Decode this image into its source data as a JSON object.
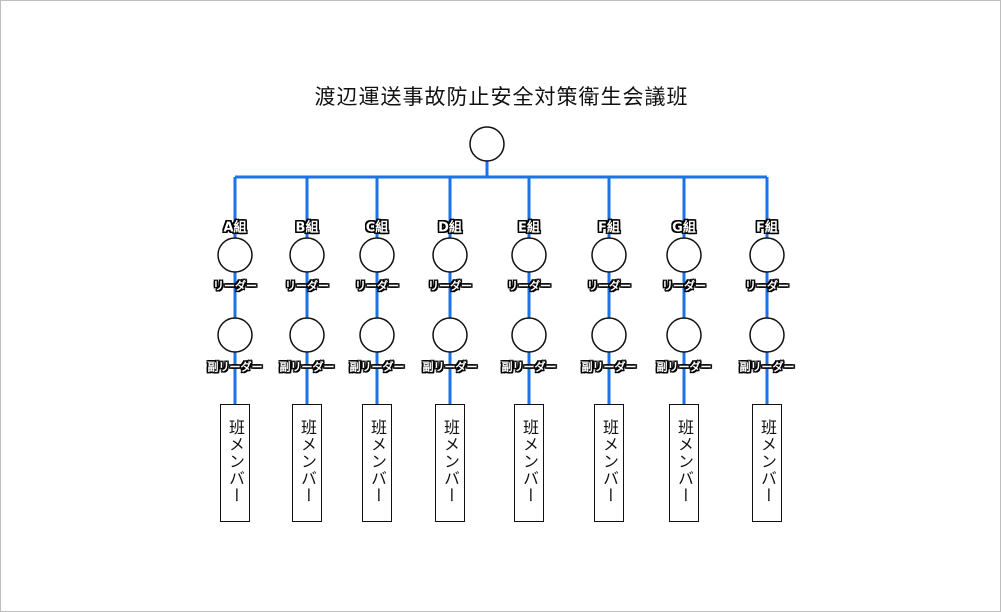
{
  "title": "渡辺運送事故防止安全対策衛生会議班",
  "colors": {
    "line": "#1a73e8",
    "stroke": "#111111"
  },
  "roles": {
    "leader": "リーダー",
    "sub_leader": "副リーダー"
  },
  "member_label": "班メンバー",
  "groups": [
    {
      "label": "A組"
    },
    {
      "label": "B組"
    },
    {
      "label": "C組"
    },
    {
      "label": "D組"
    },
    {
      "label": "E組"
    },
    {
      "label": "F組"
    },
    {
      "label": "G組"
    },
    {
      "label": "F組"
    }
  ]
}
